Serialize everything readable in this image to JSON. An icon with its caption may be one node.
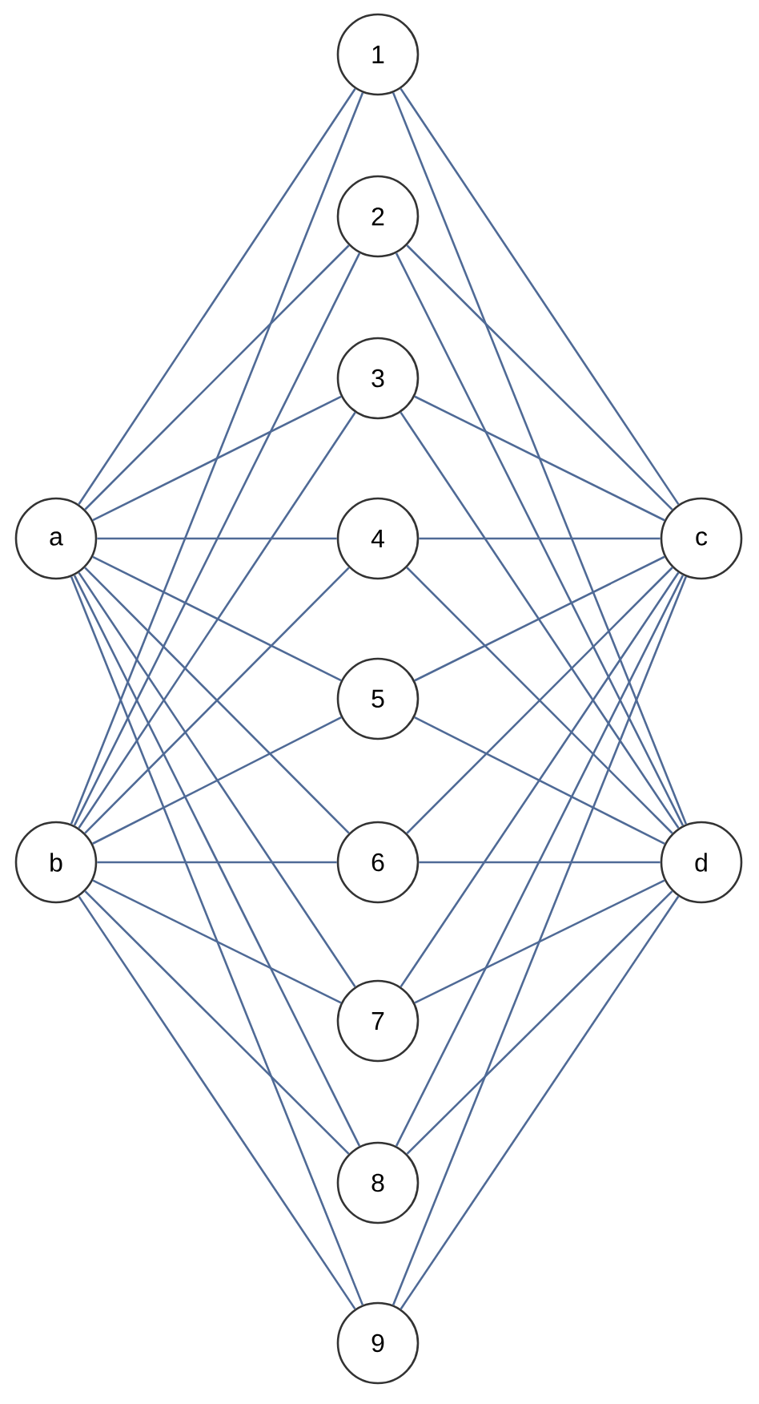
{
  "diagram": {
    "nodes": [
      {
        "text": [
          "1"
        ]
      },
      {
        "text": [
          "2"
        ]
      },
      {
        "text": [
          "3"
        ]
      },
      {
        "text": [
          "a"
        ]
      },
      {
        "text": [
          "4"
        ]
      },
      {
        "text": [
          "c"
        ]
      },
      {
        "text": [
          "5"
        ]
      },
      {
        "text": [
          "b"
        ]
      },
      {
        "text": [
          "6"
        ]
      },
      {
        "text": [
          "d"
        ]
      },
      {
        "text": [
          "7"
        ]
      },
      {
        "text": [
          "8"
        ]
      },
      {
        "text": [
          "9"
        ]
      }
    ],
    "edges": [
      {
        "from": 3,
        "to": 0,
        "arrow": "none"
      },
      {
        "from": 7,
        "to": 0,
        "arrow": "none"
      },
      {
        "from": 0,
        "to": 5,
        "arrow": "none"
      },
      {
        "from": 0,
        "to": 9,
        "arrow": "none"
      },
      {
        "from": 3,
        "to": 1,
        "arrow": "none"
      },
      {
        "from": 7,
        "to": 1,
        "arrow": "none"
      },
      {
        "from": 1,
        "to": 5,
        "arrow": "none"
      },
      {
        "from": 1,
        "to": 9,
        "arrow": "none"
      },
      {
        "from": 3,
        "to": 2,
        "arrow": "none"
      },
      {
        "from": 7,
        "to": 2,
        "arrow": "none"
      },
      {
        "from": 2,
        "to": 5,
        "arrow": "none"
      },
      {
        "from": 2,
        "to": 9,
        "arrow": "none"
      },
      {
        "from": 3,
        "to": 4,
        "arrow": "none"
      },
      {
        "from": 7,
        "to": 4,
        "arrow": "none"
      },
      {
        "from": 4,
        "to": 5,
        "arrow": "none"
      },
      {
        "from": 4,
        "to": 9,
        "arrow": "none"
      },
      {
        "from": 3,
        "to": 6,
        "arrow": "none"
      },
      {
        "from": 7,
        "to": 6,
        "arrow": "none"
      },
      {
        "from": 6,
        "to": 5,
        "arrow": "none"
      },
      {
        "from": 6,
        "to": 9,
        "arrow": "none"
      },
      {
        "from": 3,
        "to": 8,
        "arrow": "none"
      },
      {
        "from": 7,
        "to": 8,
        "arrow": "none"
      },
      {
        "from": 8,
        "to": 5,
        "arrow": "none"
      },
      {
        "from": 8,
        "to": 9,
        "arrow": "none"
      },
      {
        "from": 3,
        "to": 10,
        "arrow": "none"
      },
      {
        "from": 7,
        "to": 10,
        "arrow": "none"
      },
      {
        "from": 10,
        "to": 5,
        "arrow": "none"
      },
      {
        "from": 10,
        "to": 9,
        "arrow": "none"
      },
      {
        "from": 3,
        "to": 11,
        "arrow": "none"
      },
      {
        "from": 7,
        "to": 11,
        "arrow": "none"
      },
      {
        "from": 11,
        "to": 5,
        "arrow": "none"
      },
      {
        "from": 11,
        "to": 9,
        "arrow": "none"
      },
      {
        "from": 3,
        "to": 12,
        "arrow": "none"
      },
      {
        "from": 7,
        "to": 12,
        "arrow": "none"
      },
      {
        "from": 12,
        "to": 5,
        "arrow": "none"
      },
      {
        "from": 12,
        "to": 9,
        "arrow": "none"
      }
    ]
  }
}
